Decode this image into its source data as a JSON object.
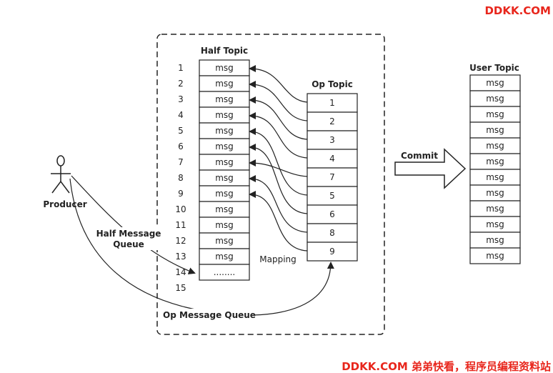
{
  "watermark_top": "DDKK.COM",
  "watermark_bottom": "DDKK.COM 弟弟快看，程序员编程资料站",
  "producer_label": "Producer",
  "half_topic": {
    "title": "Half Topic",
    "rows": [
      "msg",
      "msg",
      "msg",
      "msg",
      "msg",
      "msg",
      "msg",
      "msg",
      "msg",
      "msg",
      "msg",
      "msg",
      "msg",
      "........"
    ],
    "index_labels": [
      "1",
      "2",
      "3",
      "4",
      "5",
      "6",
      "7",
      "8",
      "9",
      "10",
      "11",
      "12",
      "13",
      "14",
      "15"
    ]
  },
  "op_topic": {
    "title": "Op Topic",
    "rows": [
      "1",
      "2",
      "3",
      "4",
      "7",
      "5",
      "6",
      "8",
      "9"
    ]
  },
  "user_topic": {
    "title": "User Topic",
    "rows": [
      "msg",
      "msg",
      "msg",
      "msg",
      "msg",
      "msg",
      "msg",
      "msg",
      "msg",
      "msg",
      "msg",
      "msg"
    ]
  },
  "labels": {
    "half_message_queue_line1": "Half Message",
    "half_message_queue_line2": "Queue",
    "op_message_queue": "Op Message Queue",
    "mapping": "Mapping",
    "commit": "Commit"
  },
  "colors": {
    "watermark": "#e8261c",
    "stroke": "#222222"
  }
}
